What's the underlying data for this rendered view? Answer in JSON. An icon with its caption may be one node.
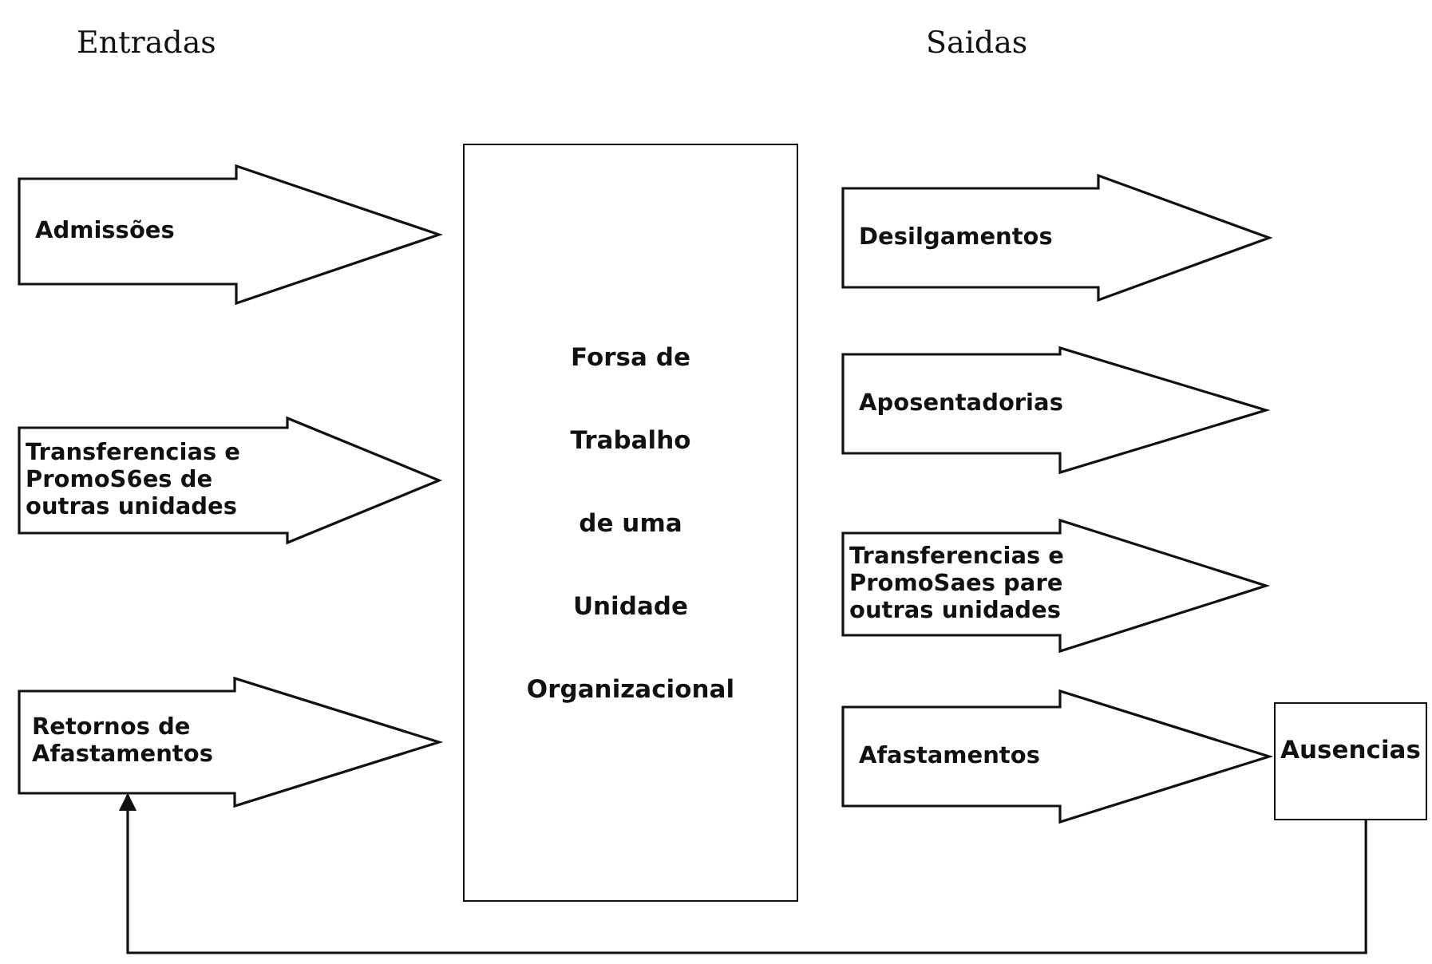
{
  "diagram": {
    "nodes": [
      {
        "text": [
          "Admissões"
        ]
      },
      {
        "text": [
          "Transferencias e PromoS6es de outras unidades"
        ]
      },
      {
        "text": [
          "Retornos de Afastamentos"
        ]
      },
      {
        "text": [
          "Forsa de",
          "Trabalho",
          "de uma",
          "Unidade",
          "Organizacional"
        ]
      },
      {
        "text": [
          "Desilgamentos"
        ]
      },
      {
        "text": [
          "Aposentadorias"
        ]
      },
      {
        "text": [
          "Transferencias e PromoSaes pare outras unidades"
        ]
      },
      {
        "text": [
          "Afastamentos"
        ]
      },
      {
        "text": [
          "Ausencias"
        ]
      }
    ],
    "edges": [
      {
        "from": 8,
        "to": 2,
        "arrow": "to"
      }
    ],
    "labels": [
      "Entradas",
      "Saidas"
    ]
  }
}
